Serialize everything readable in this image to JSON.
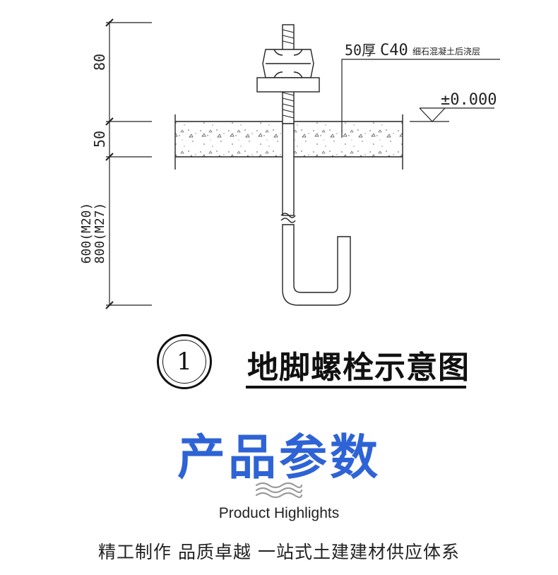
{
  "drawing": {
    "dimensions": {
      "top": "80",
      "middle": "50",
      "bottom_line1": "600(M20)",
      "bottom_line2": "800(M27)"
    },
    "callout": {
      "thickness": "50厚",
      "grade": "C40",
      "material": "细石混凝土后浇层"
    },
    "elevation": "±0.000"
  },
  "diagram": {
    "number": "1",
    "title": "地脚螺栓示意图"
  },
  "section": {
    "heading": "产品参数",
    "subheading": "Product Highlights",
    "heading_color": "#2e63d6",
    "wave_icon": "wave-icon"
  },
  "tagline": "精工制作 品质卓越 一站式土建建材供应体系"
}
